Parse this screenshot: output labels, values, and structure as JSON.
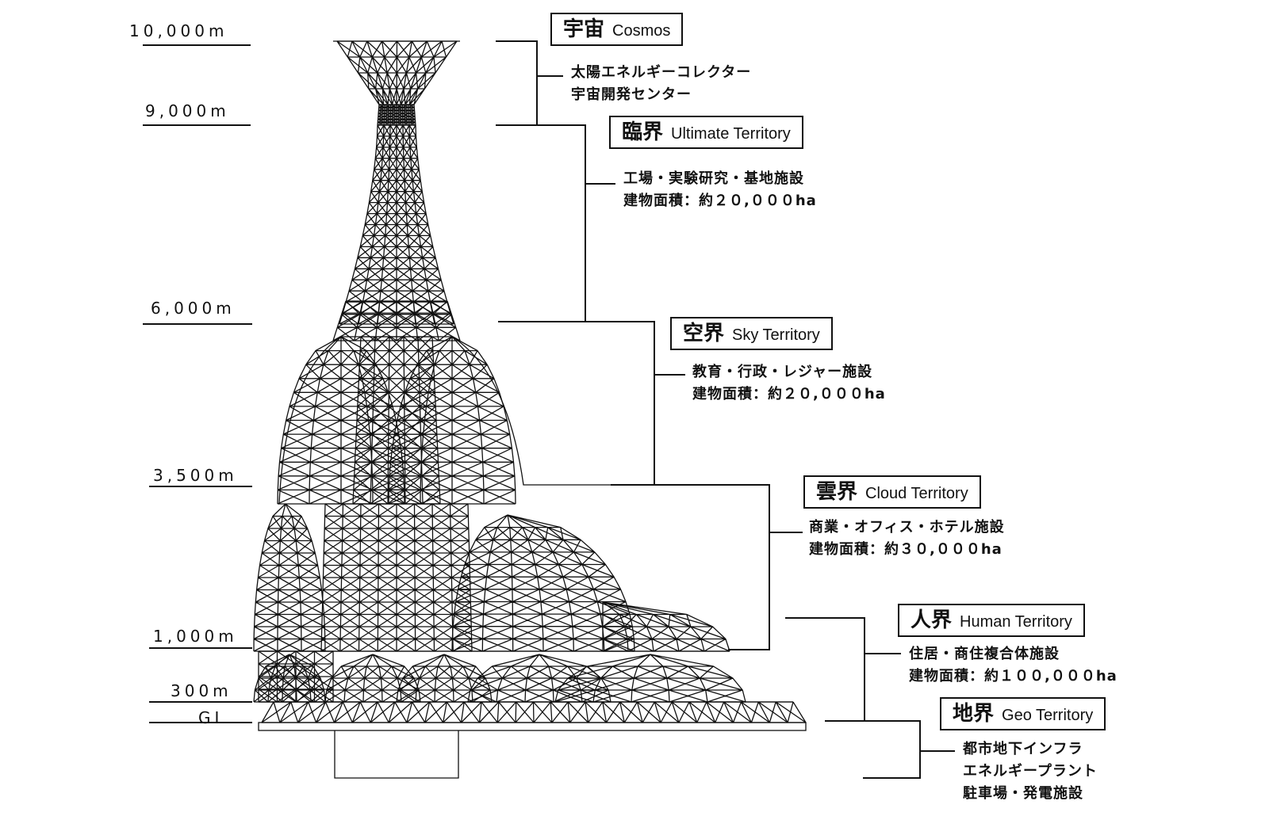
{
  "altitudes": [
    "10,000m",
    "9,000m",
    "6,000m",
    "3,500m",
    "1,000m",
    "300m",
    "GL"
  ],
  "zones": [
    {
      "jp": "宇宙",
      "en": "Cosmos",
      "lines": [
        "太陽エネルギーコレクター",
        "宇宙開発センター"
      ]
    },
    {
      "jp": "臨界",
      "en": "Ultimate Territory",
      "lines": [
        "工場・実験研究・基地施設",
        "建物面積：約２０,０００ha"
      ]
    },
    {
      "jp": "空界",
      "en": "Sky Territory",
      "lines": [
        "教育・行政・レジャー施設",
        "建物面積：約２０,０００ha"
      ]
    },
    {
      "jp": "雲界",
      "en": "Cloud Territory",
      "lines": [
        "商業・オフィス・ホテル施設",
        "建物面積：約３０,０００ha"
      ]
    },
    {
      "jp": "人界",
      "en": "Human Territory",
      "lines": [
        "住居・商住複合体施設",
        "建物面積：約１００,０００ha"
      ]
    },
    {
      "jp": "地界",
      "en": "Geo Territory",
      "lines": [
        "都市地下インフラ",
        "エネルギープラント",
        "駐車場・発電施設"
      ]
    }
  ]
}
